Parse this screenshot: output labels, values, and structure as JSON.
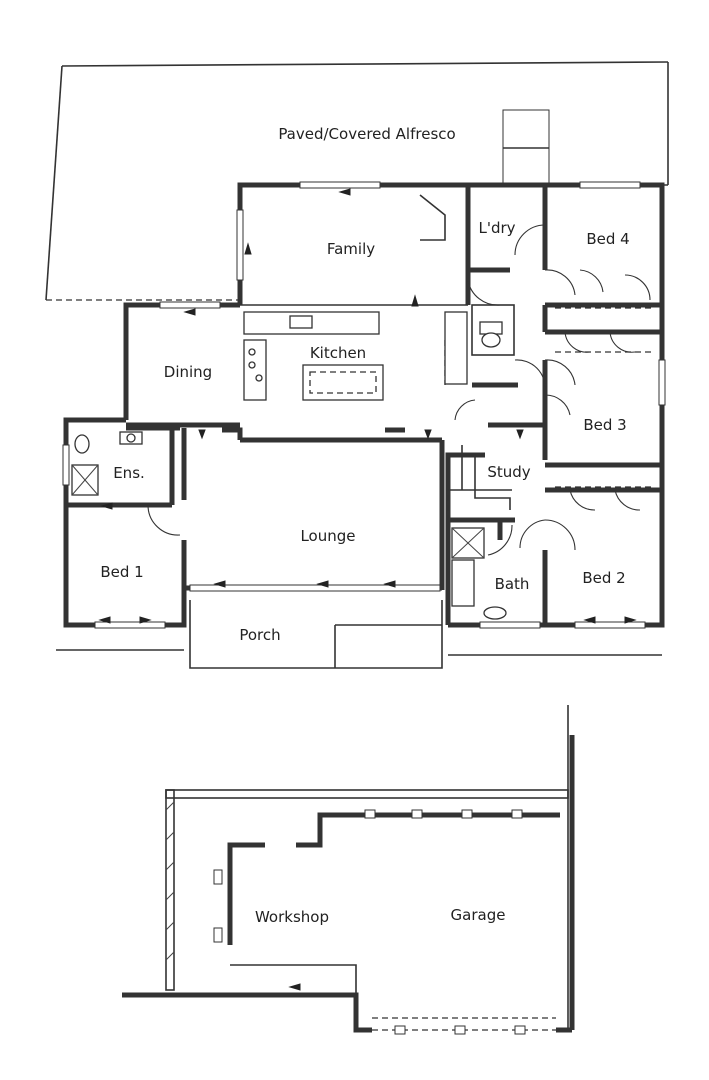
{
  "floor_plan": {
    "rooms": {
      "alfresco": "Paved/Covered Alfresco",
      "family": "Family",
      "laundry": "L'dry",
      "bed4": "Bed 4",
      "kitchen": "Kitchen",
      "dining": "Dining",
      "bed3": "Bed 3",
      "ensuite": "Ens.",
      "study": "Study",
      "lounge": "Lounge",
      "bed1": "Bed 1",
      "bath": "Bath",
      "bed2": "Bed 2",
      "porch": "Porch"
    }
  },
  "outbuilding_plan": {
    "rooms": {
      "workshop": "Workshop",
      "garage": "Garage"
    }
  }
}
